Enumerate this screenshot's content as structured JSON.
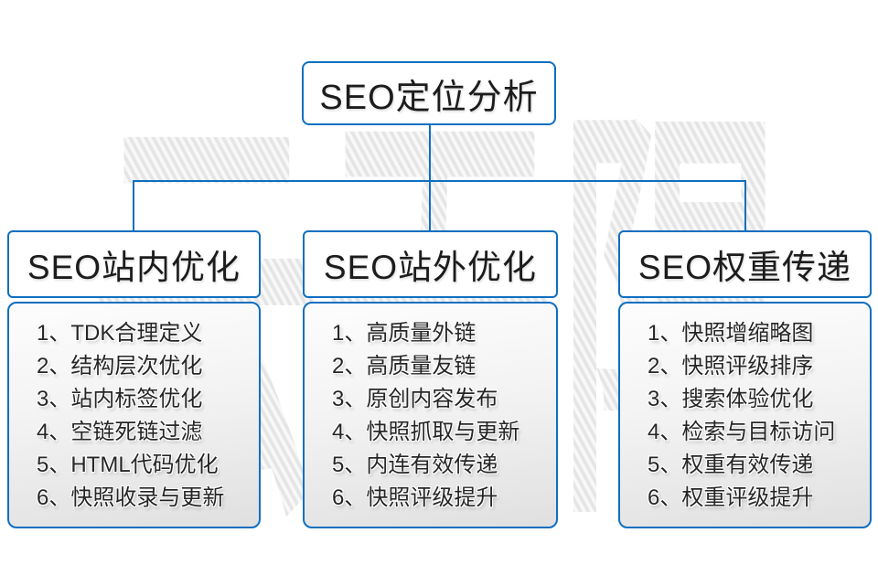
{
  "diagram": {
    "root": {
      "label": "SEO定位分析"
    },
    "branches": [
      {
        "title": "SEO站内优化",
        "items": [
          "1、TDK合理定义",
          "2、结构层次优化",
          "3、站内标签优化",
          "4、空链死链过滤",
          "5、HTML代码优化",
          "6、快照收录与更新"
        ]
      },
      {
        "title": "SEO站外优化",
        "items": [
          "1、高质量外链",
          "2、高质量友链",
          "3、原创内容发布",
          "4、快照抓取与更新",
          "5、内连有效传递",
          "6、快照评级提升"
        ]
      },
      {
        "title": "SEO权重传递",
        "items": [
          "1、快照增缩略图",
          "2、快照评级排序",
          "3、搜索体验优化",
          "4、检索与目标访问",
          "5、权重有效传递",
          "6、权重评级提升"
        ]
      }
    ],
    "watermark": "云无限",
    "colors": {
      "accent_blue": "#0e6fc1",
      "box_gradient_top": "#fdfdfd",
      "box_gradient_bottom": "#e0e0e0",
      "watermark_gray": "#ebebeb",
      "text_black": "#1c1c1c"
    }
  }
}
